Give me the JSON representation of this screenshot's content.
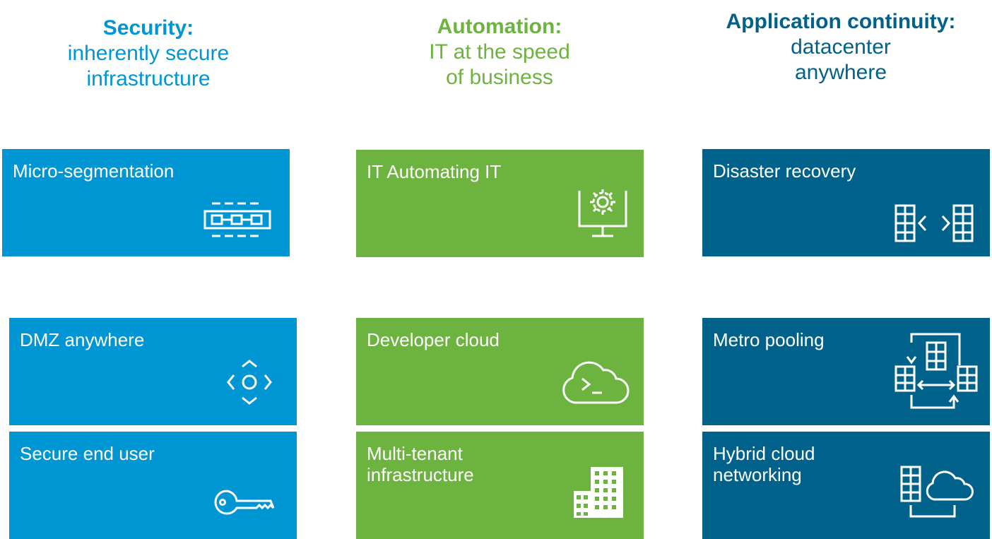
{
  "columns": [
    {
      "title": "Security:",
      "subtitle": [
        "inherently secure",
        "infrastructure"
      ],
      "color": "#0095d3"
    },
    {
      "title": "Automation:",
      "subtitle": [
        "IT at the speed",
        "of business"
      ],
      "color": "#6db33f"
    },
    {
      "title": "Application continuity:",
      "subtitle": [
        "datacenter",
        "anywhere"
      ],
      "color": "#00628b"
    }
  ],
  "tiles": {
    "micro": {
      "label": "Micro-segmentation",
      "icon": "micro-segmentation-icon"
    },
    "dmz": {
      "label": "DMZ anywhere",
      "icon": "dmz-arrows-icon"
    },
    "secure": {
      "label": "Secure end user",
      "icon": "key-icon"
    },
    "itauto": {
      "label": "IT Automating IT",
      "icon": "monitor-gear-icon"
    },
    "devcloud": {
      "label": "Developer cloud",
      "icon": "cloud-terminal-icon"
    },
    "multitenant": {
      "label": "Multi-tenant\ninfrastructure",
      "icon": "buildings-icon"
    },
    "disaster": {
      "label": "Disaster recovery",
      "icon": "building-exchange-icon"
    },
    "metro": {
      "label": "Metro pooling",
      "icon": "building-pool-icon"
    },
    "hybrid": {
      "label": "Hybrid cloud\nnetworking",
      "icon": "building-cloud-icon"
    }
  }
}
